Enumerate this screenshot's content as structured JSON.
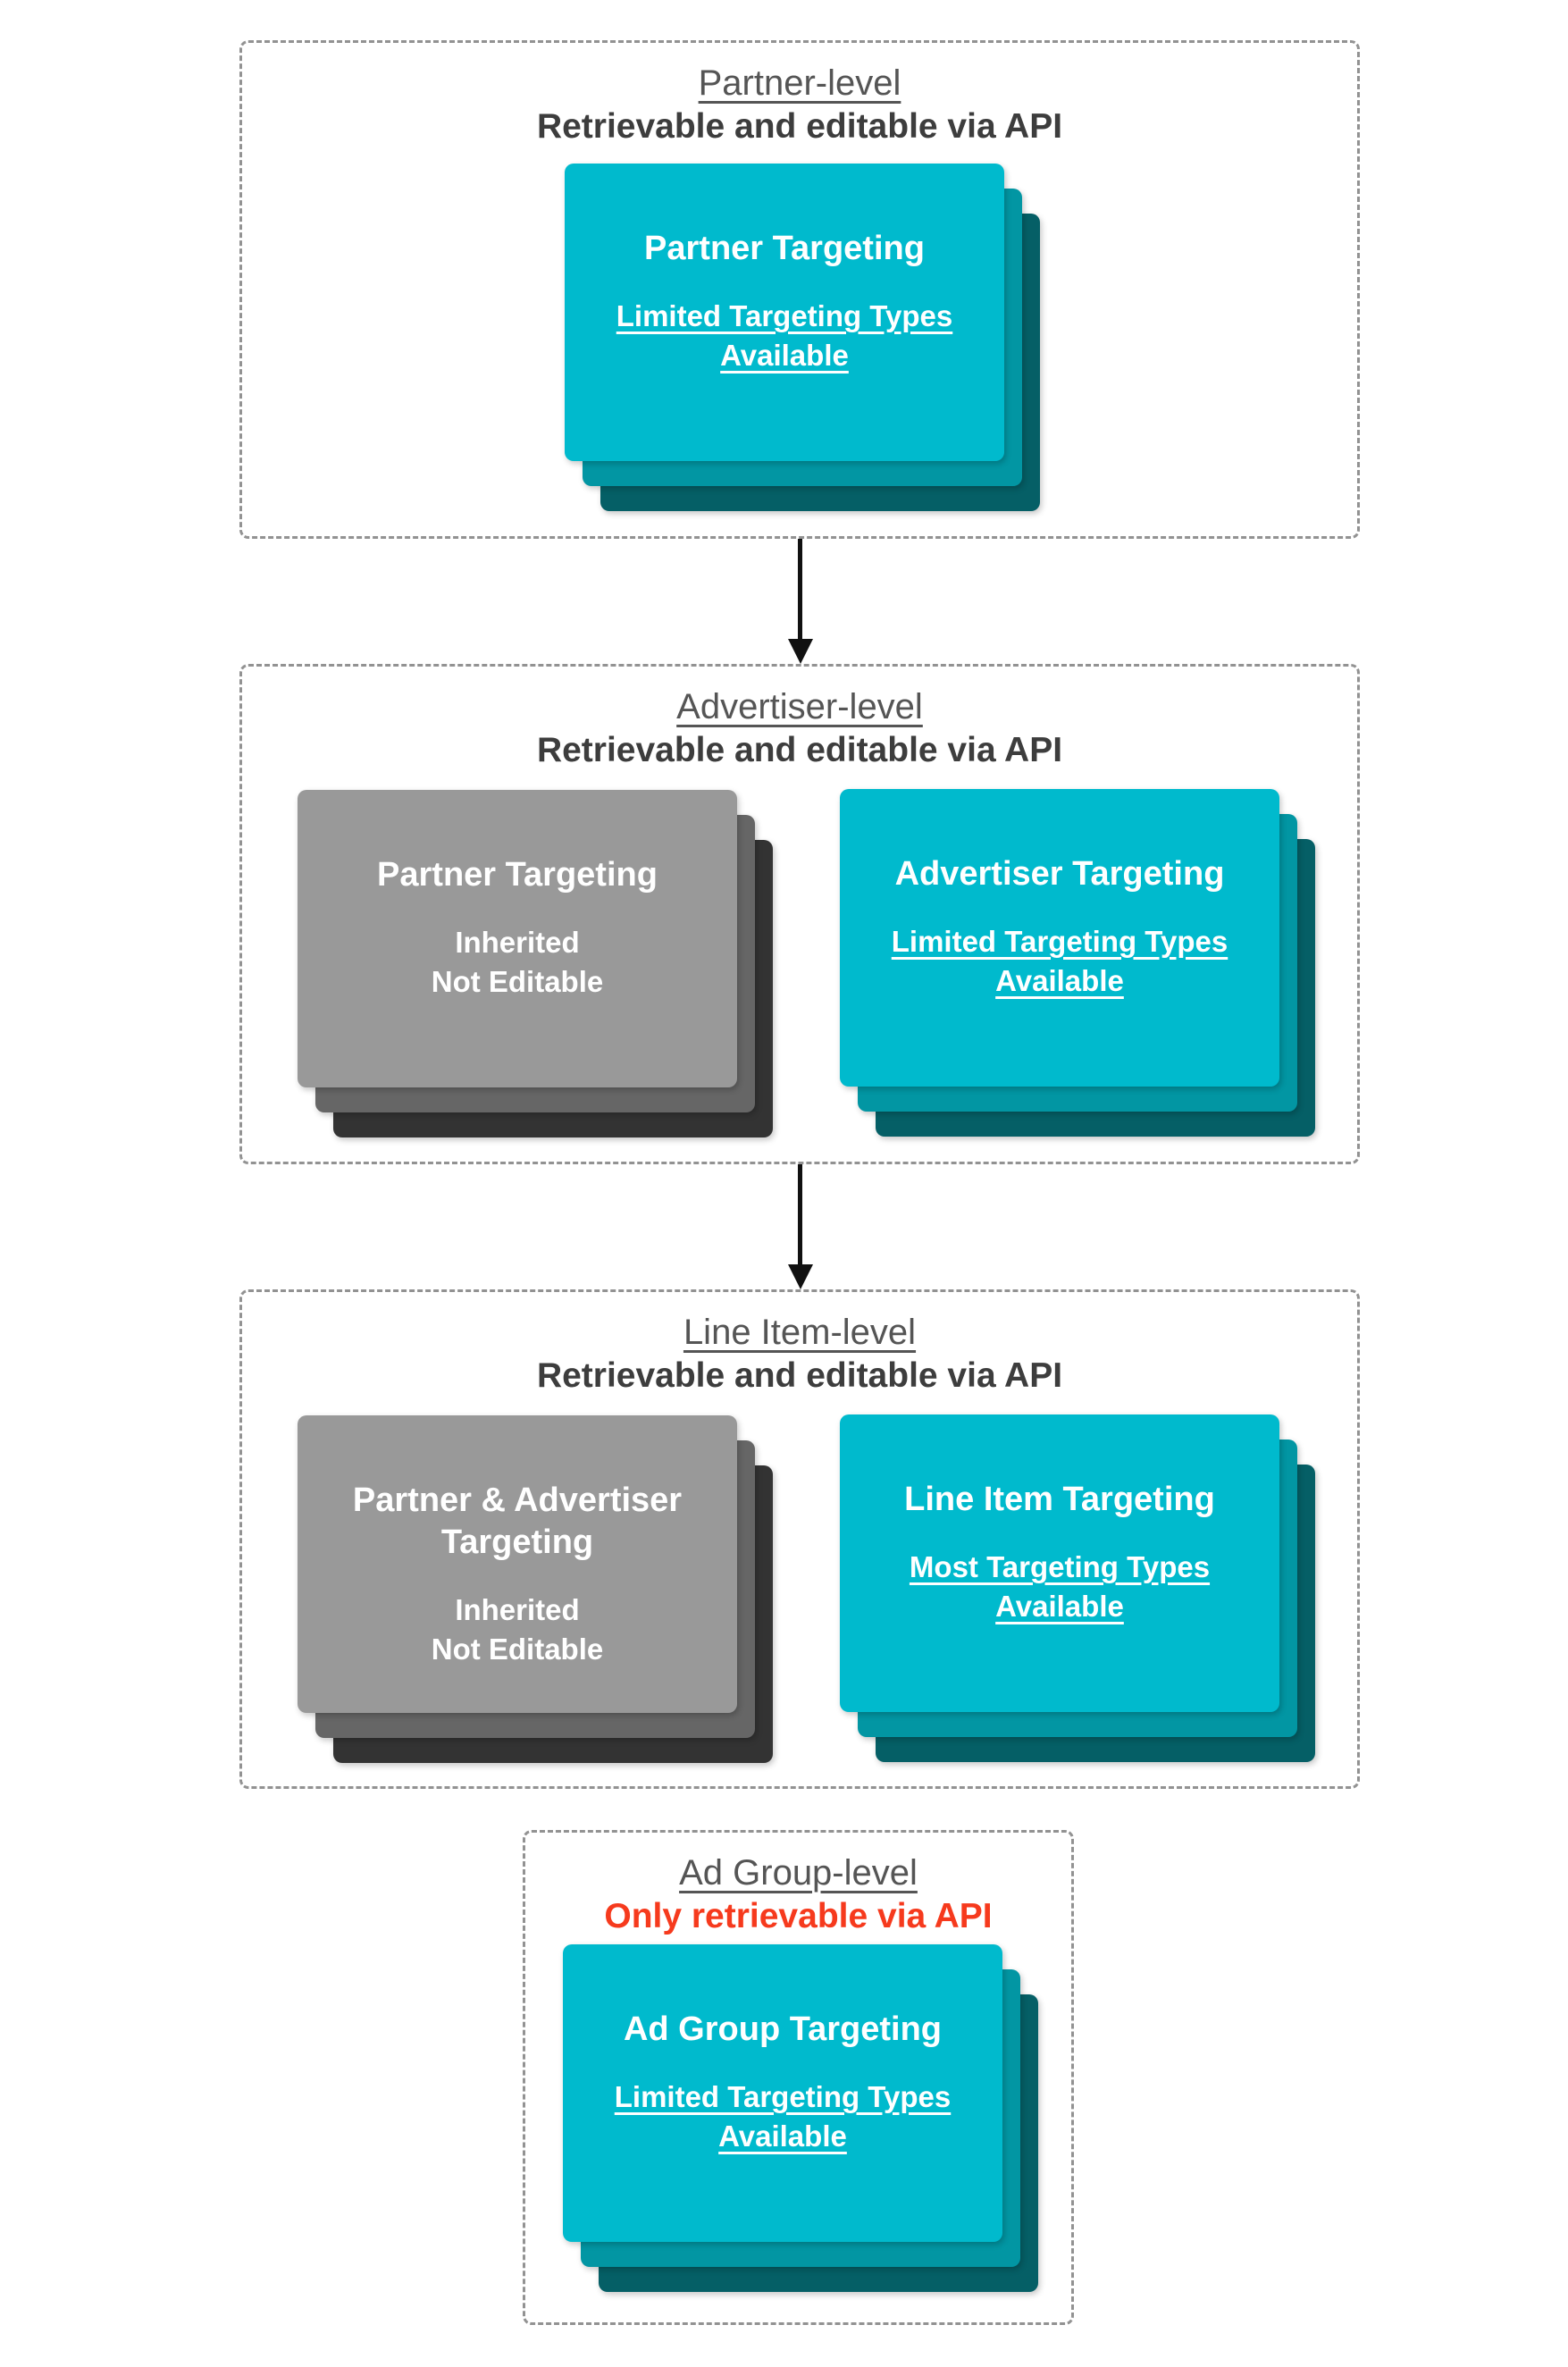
{
  "page": {
    "background": "#ffffff"
  },
  "colors": {
    "cyan_front": "#00bacd",
    "cyan_mid": "#0296a3",
    "cyan_back": "#055f66",
    "gray_front": "#999999",
    "gray_mid": "#666666",
    "gray_back": "#333333",
    "level_title": "#555555",
    "level_subtitle": "#3d3d3d",
    "red_subtitle": "#f63a1d",
    "dashed_border": "#929292",
    "arrow": "#111111",
    "card_text": "#ffffff"
  },
  "sections": [
    {
      "title": "Partner-level",
      "subtitle": "Retrievable and editable via API",
      "cards": [
        {
          "title": "Partner Targeting",
          "subtitle": "Limited Targeting Types\nAvailable"
        }
      ]
    },
    {
      "title": "Advertiser-level",
      "subtitle": "Retrievable and editable via API",
      "cards": [
        {
          "title": "Partner Targeting",
          "subtitle": "Inherited\nNot Editable"
        },
        {
          "title": "Advertiser Targeting",
          "subtitle": "Limited Targeting Types\nAvailable"
        }
      ]
    },
    {
      "title": "Line Item-level",
      "subtitle": "Retrievable and editable via API",
      "cards": [
        {
          "title": "Partner & Advertiser\nTargeting",
          "subtitle": "Inherited\nNot Editable"
        },
        {
          "title": "Line Item Targeting",
          "subtitle": "Most Targeting Types\nAvailable"
        }
      ]
    },
    {
      "title": "Ad Group-level",
      "subtitle": "Only retrievable via API",
      "cards": [
        {
          "title": "Ad Group Targeting",
          "subtitle": "Limited Targeting Types\nAvailable"
        }
      ]
    }
  ]
}
